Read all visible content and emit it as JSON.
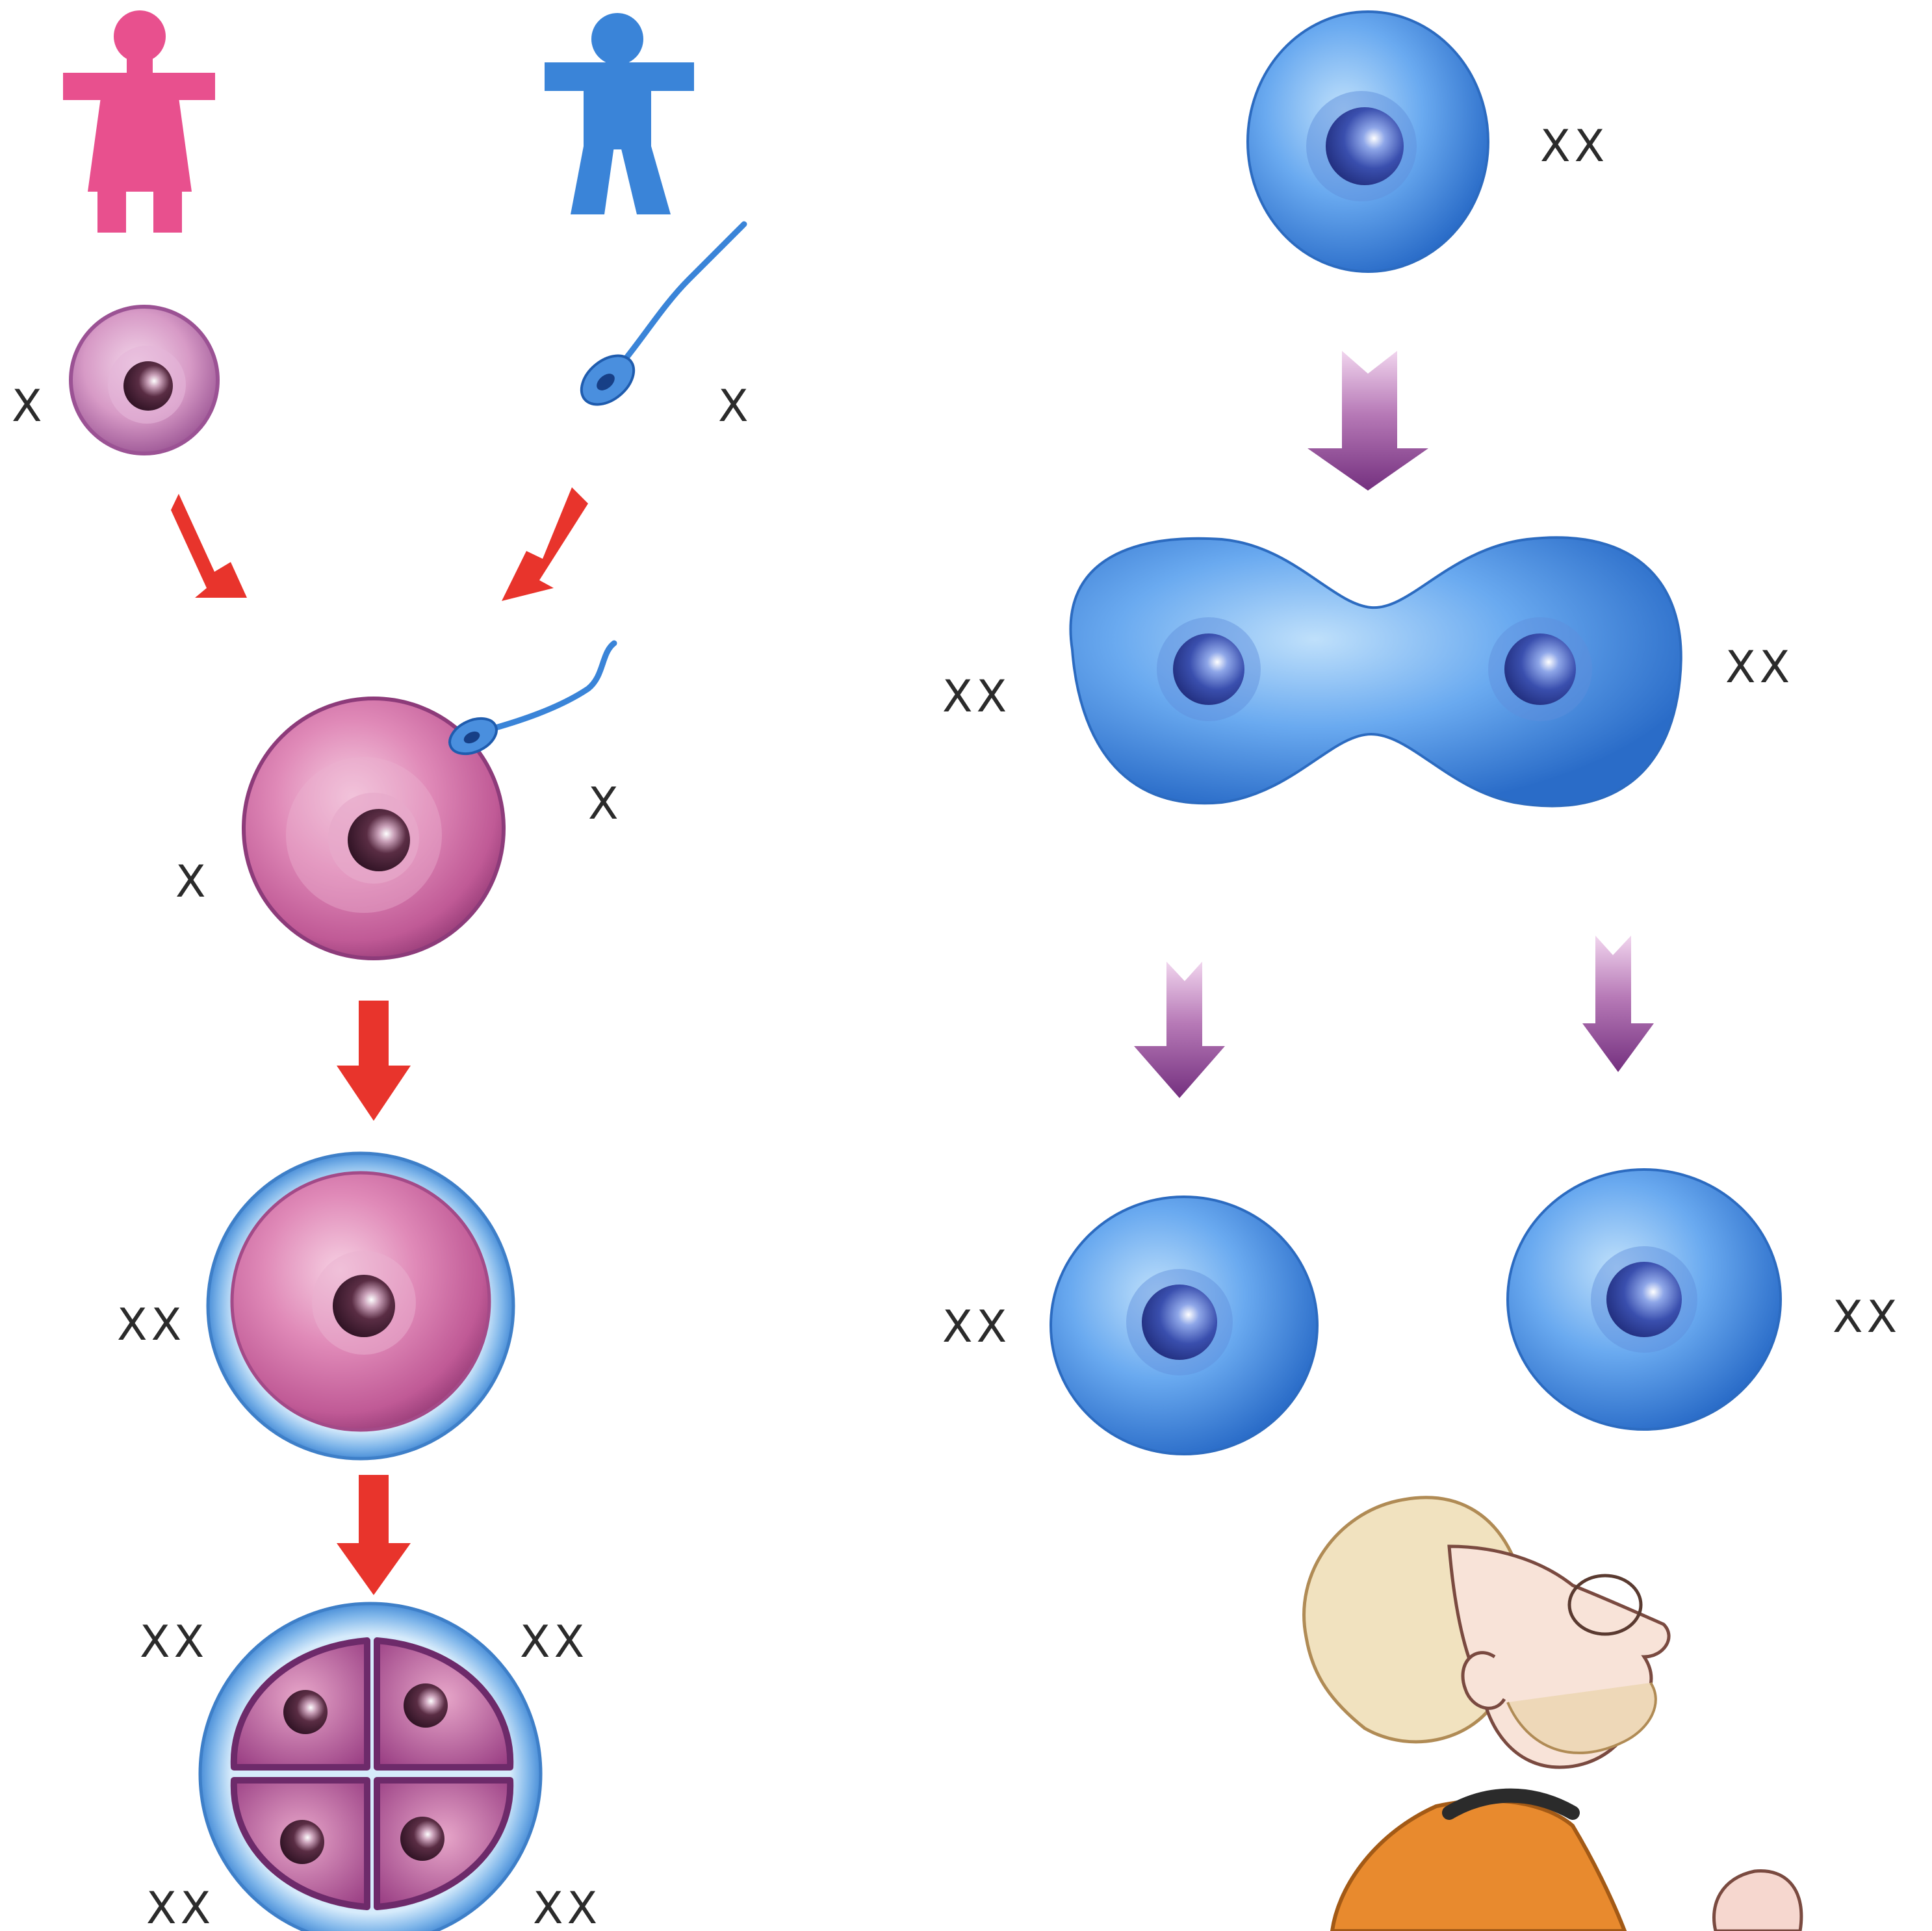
{
  "labels": {
    "egg": "X",
    "sperm": "X",
    "fert_egg": "X",
    "fert_sperm": "X",
    "zygote": "XX",
    "four_cell_tl": "XX",
    "four_cell_tr": "XX",
    "four_cell_bl": "XX",
    "four_cell_br": "XX",
    "cell_top": "XX",
    "dividing_left": "XX",
    "dividing_right": "XX",
    "daughter_left": "XX",
    "daughter_right": "XX"
  },
  "colors": {
    "female": "#e8508e",
    "male": "#3a84d8",
    "egg_pink": "#d37aa8",
    "cell_blue": "#4a8fde",
    "red_arrow": "#e8342c",
    "purple_arrow": "#8a3d92",
    "label": "#2b2b2b"
  },
  "icons": {
    "female": "female-figure-icon",
    "male": "male-figure-icon"
  }
}
